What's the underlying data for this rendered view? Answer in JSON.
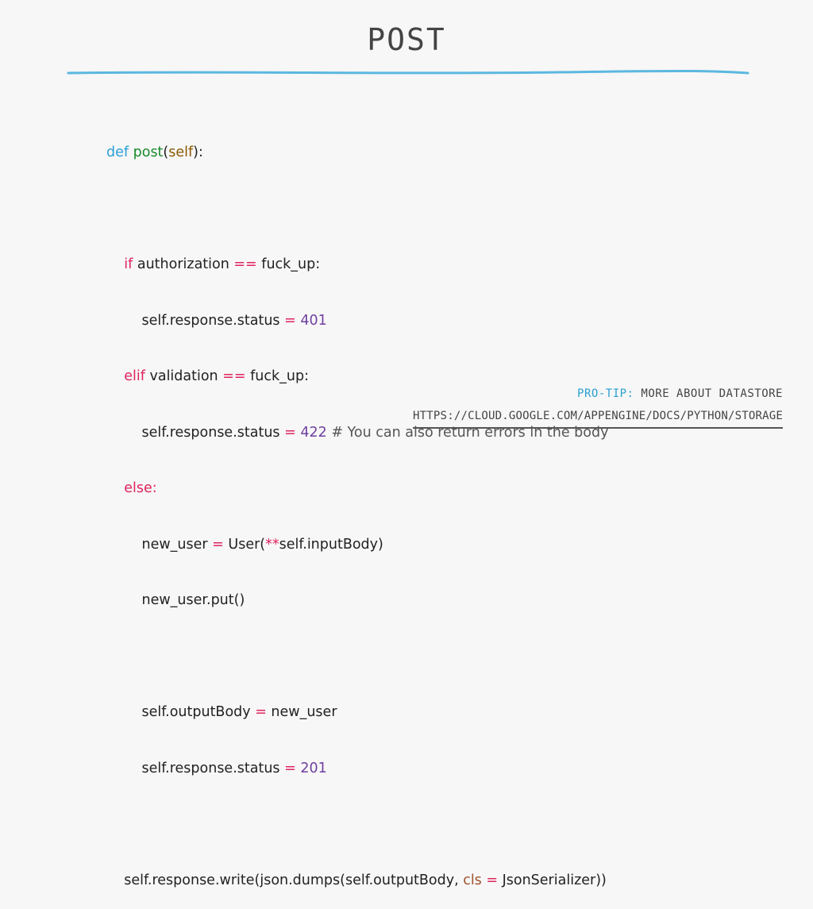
{
  "slide": {
    "title": "POST"
  },
  "code": {
    "l1": {
      "kw": "def",
      "fn": "post",
      "p1": "(",
      "self": "self",
      "p2": "):"
    },
    "l3": {
      "kw": "if",
      "a": " authorization ",
      "op": "==",
      "b": " fuck_up:"
    },
    "l4": {
      "a": "self.response.status ",
      "op": "=",
      "num": " 401"
    },
    "l5": {
      "kw": "elif",
      "a": " validation ",
      "op": "==",
      "b": " fuck_up:"
    },
    "l6": {
      "a": "self.response.status ",
      "op": "=",
      "num": " 422",
      "cmt": " # You can also return errors in the body"
    },
    "l7": {
      "kw": "else:"
    },
    "l8": {
      "a": "new_user ",
      "op": "=",
      "b": " User(",
      "op2": "**",
      "c": "self.inputBody)"
    },
    "l9": {
      "a": "new_user.put()"
    },
    "l11": {
      "a": "self.outputBody ",
      "op": "=",
      "b": " new_user"
    },
    "l12": {
      "a": "self.response.status ",
      "op": "=",
      "num": " 201"
    },
    "l14": {
      "a": "self.response.write(json.dumps(self.outputBody, ",
      "kwarg": "cls",
      "op": " =",
      "b": " JsonSerializer))"
    }
  },
  "footer": {
    "protip_label": "PRO-TIP:",
    "protip_text": " MORE ABOUT DATASTORE",
    "url": "HTTPS://CLOUD.GOOGLE.COM/APPENGINE/DOCS/PYTHON/STORAGE"
  },
  "colors": {
    "accent": "#5bb8e0"
  }
}
